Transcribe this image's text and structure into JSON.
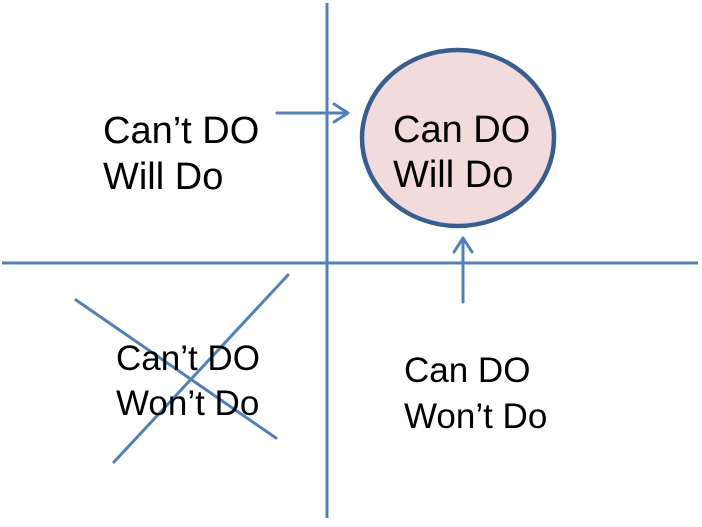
{
  "diagram": {
    "title_semantic": "can-do-will-do-quadrant-diagram",
    "quadrants": {
      "top_left": {
        "line1": "Can’t DO",
        "line2": "Will Do"
      },
      "top_right": {
        "line1": "Can DO",
        "line2": "Will Do",
        "highlighted": "circled"
      },
      "bottom_left": {
        "line1": "Can’t DO",
        "line2": "Won’t Do",
        "crossed_out": "true"
      },
      "bottom_right": {
        "line1": "Can DO",
        "line2": "Won’t Do"
      }
    },
    "colors": {
      "line_blue": "#4f81bd",
      "circle_fill": "#f2dcdb",
      "circle_stroke": "#365f91",
      "text": "#000000",
      "background": "#ffffff"
    }
  }
}
